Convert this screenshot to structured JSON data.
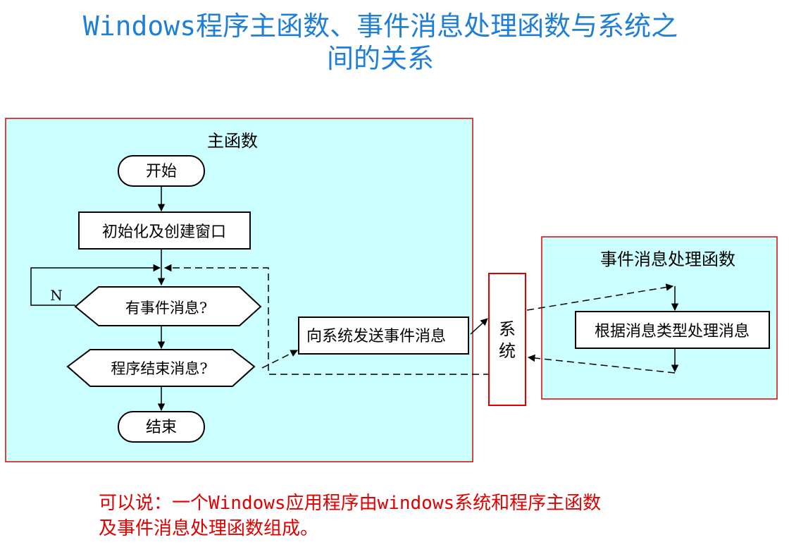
{
  "slide": {
    "title_line1": "Windows程序主函数、事件消息处理函数与系统之",
    "title_line2": "间的关系",
    "caption_line1": "可以说：一个Windows应用程序由windows系统和程序主函数",
    "caption_line2": "及事件消息处理函数组成。"
  },
  "colors": {
    "title": "#1f7fd6",
    "panel_fill": "#ccffff",
    "panel_border": "#e00000",
    "caption": "#e00000",
    "line": "#000000"
  },
  "main_panel": {
    "label": "主函数",
    "start": "开始",
    "init": "初始化及创建窗口",
    "decision_msg": "有事件消息?",
    "loop_label": "N",
    "decision_end": "程序结束消息?",
    "send": "向系统发送事件消息",
    "end": "结束"
  },
  "system_box": {
    "char1": "系",
    "char2": "统"
  },
  "handler_panel": {
    "label": "事件消息处理函数",
    "process": "根据消息类型处理消息"
  }
}
